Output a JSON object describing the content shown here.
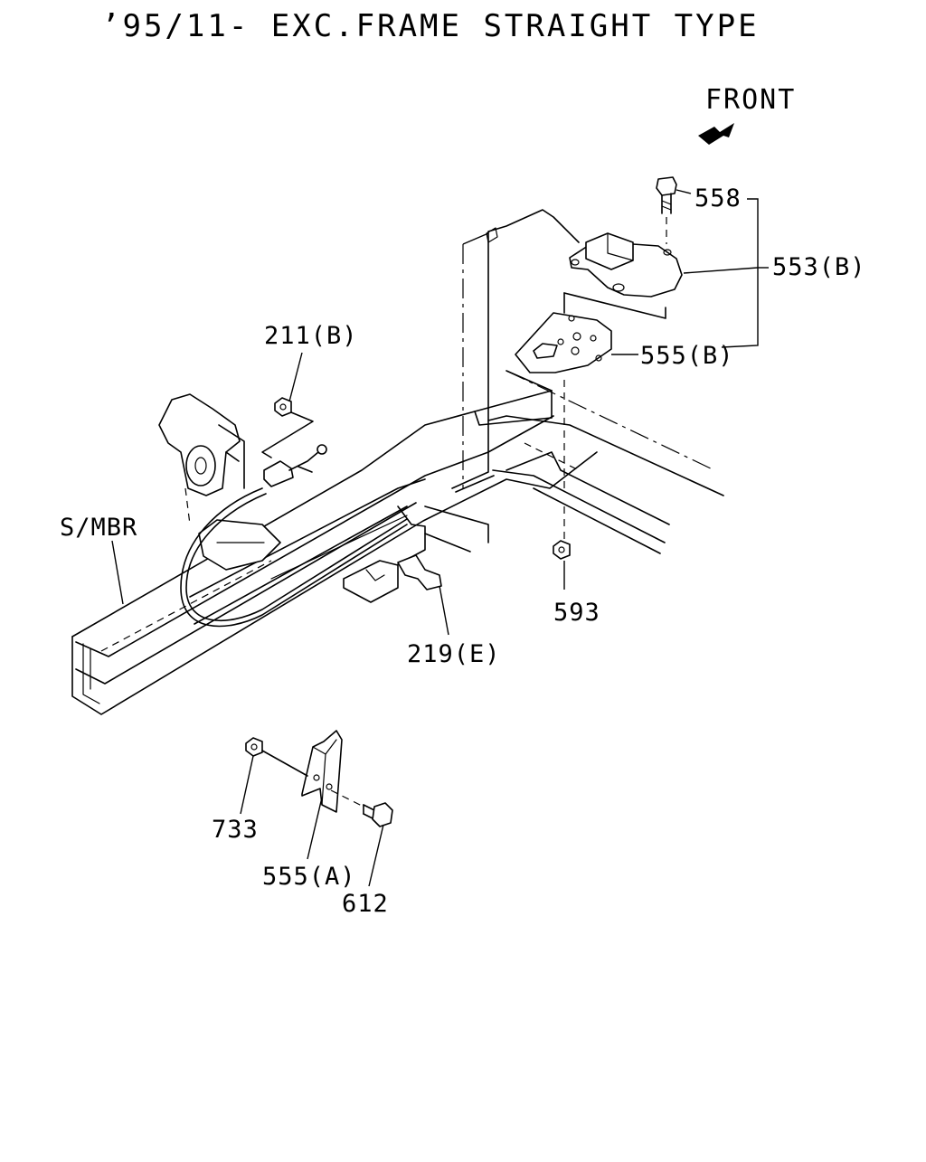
{
  "diagram": {
    "title": "’95/11- EXC.FRAME STRAIGHT TYPE",
    "direction_label": "FRONT",
    "direction_icon": "front-arrow-icon",
    "callouts": {
      "c558": "558",
      "c553b": "553(B)",
      "c555b": "555(B)",
      "c211b": "211(B)",
      "csmbr": "S/MBR",
      "c593": "593",
      "c219e": "219(E)",
      "c733": "733",
      "c555a": "555(A)",
      "c612": "612"
    }
  }
}
